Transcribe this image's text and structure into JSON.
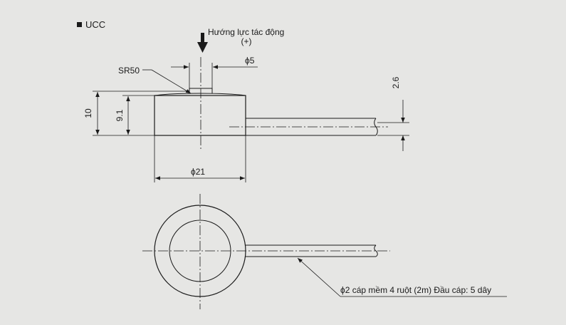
{
  "title": "UCC",
  "force_label": "Hướng lực tác động",
  "force_sign": "(+)",
  "dims": {
    "sr": "SR50",
    "phi_button": "ϕ5",
    "phi_body": "ϕ21",
    "height_total": "10",
    "height_body": "9.1",
    "cable_offset": "2.6"
  },
  "cable_note": "ϕ2 cáp mềm 4 ruột (2m) Đầu cáp: 5 dây",
  "colors": {
    "background": "#e6e6e4",
    "ink": "#1a1a1a"
  },
  "icons": {
    "bullet": "square-bullet-icon",
    "force": "down-arrow-icon"
  }
}
